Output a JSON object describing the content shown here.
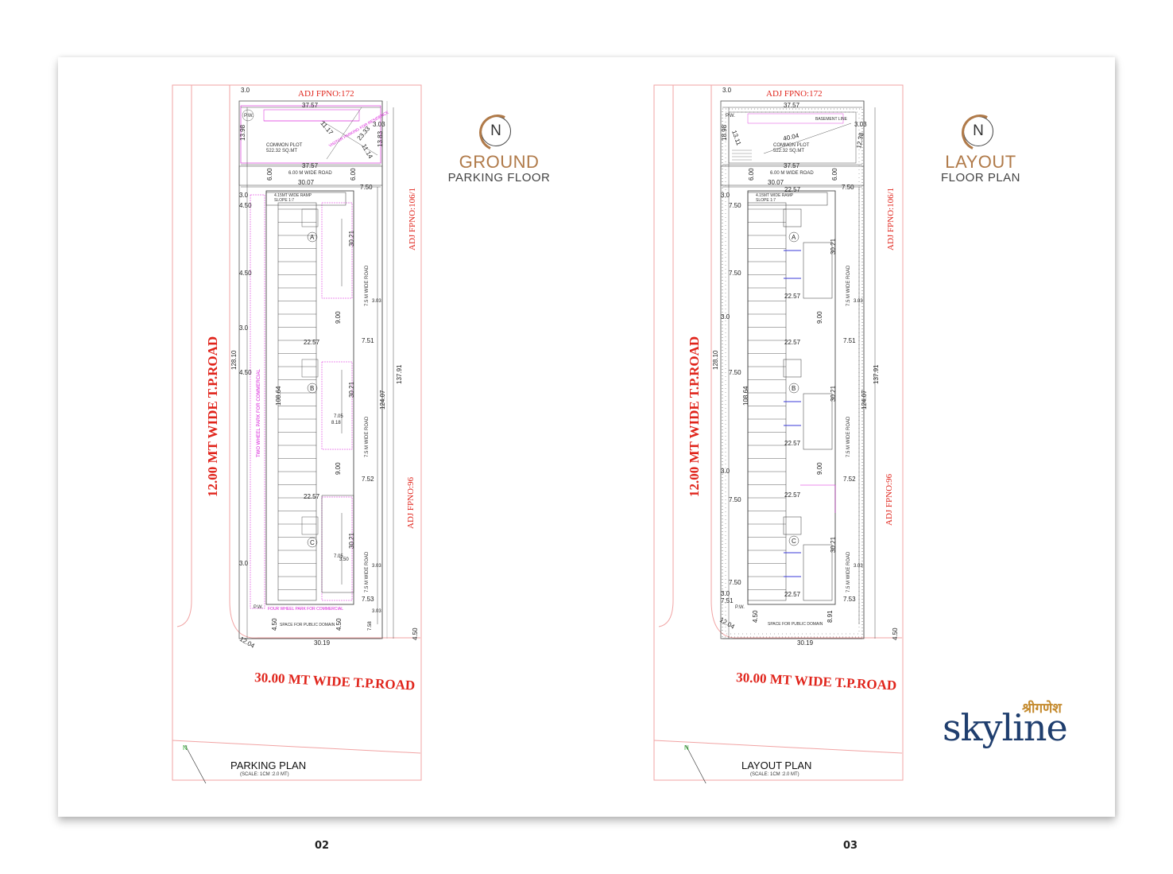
{
  "pages": [
    {
      "number": "02",
      "heading": {
        "line1": "GROUND",
        "line2": "PARKING FLOOR"
      },
      "compass_letter": "N",
      "plan": {
        "adj_top": "ADJ FPNO:172",
        "adj_right_top": "ADJ FPNO:106/1",
        "adj_right_bottom": "ADJ FPNO:96",
        "road_left": "12.00 MT WIDE T.P.ROAD",
        "road_bottom": "30.00 MT WIDE T.P.ROAD",
        "inner_road": "6.00 M WIDE ROAD",
        "side_road": "7.5 M WIDE ROAD",
        "common_plot": "COMMON PLOT",
        "common_plot_area": "522.32 SQ.MT",
        "visitor_parking": "VISITOR PARKING FOR RESIDENCE",
        "two_wheel": "TWO WHEEL PARK FOR COMMERCIAL",
        "four_wheel": "FOUR WHEEL PARK FOR COMMERCIAL",
        "ramp": "4.15MT WIDE RAMP",
        "ramp_slope": "SLOPE 1:7",
        "public_domain": "SPACE FOR PUBLIC DOMAIN",
        "pw": "P.W.",
        "blocks": [
          "A",
          "B",
          "C"
        ],
        "dims": {
          "d1": "3.0",
          "d2": "37.57",
          "d3": "13.98",
          "d4": "23.33",
          "d5": "11.17",
          "d6": "11.14",
          "d7": "3.03",
          "d8": "13.83",
          "d9": "6.00",
          "d10": "30.07",
          "d11": "7.50",
          "d12": "4.50",
          "d13": "30.21",
          "d14": "9.00",
          "d15": "22.57",
          "d16": "7.51",
          "d17": "128.10",
          "d18": "108.64",
          "d19": "124.07",
          "d20": "137.91",
          "d21": "7.52",
          "d22": "7.53",
          "d23": "7.05",
          "d24": "8.18",
          "d25": "12.04",
          "d26": "30.19",
          "d27": "7.58",
          "d28": "3.50"
        },
        "title": "PARKING  PLAN",
        "scale": "(SCALE: 1CM :2.0 MT)"
      }
    },
    {
      "number": "03",
      "heading": {
        "line1": "LAYOUT",
        "line2": "FLOOR PLAN"
      },
      "compass_letter": "N",
      "plan": {
        "adj_top": "ADJ FPNO:172",
        "adj_right_top": "ADJ FPNO:106/1",
        "adj_right_bottom": "ADJ FPNO:96",
        "road_left": "12.00 MT WIDE T.P.ROAD",
        "road_bottom": "30.00 MT WIDE T.P.ROAD",
        "inner_road": "6.00 M WIDE ROAD",
        "side_road": "7.5 M WIDE ROAD",
        "common_plot": "COMMON PLOT",
        "common_plot_area": "522.32 SQ.MT",
        "basement": "BASEMENT LINE",
        "ramp": "4.15MT WIDE RAMP",
        "ramp_slope": "SLOPE 1:7",
        "public_domain": "SPACE FOR PUBLIC DOMAIN",
        "pw": "P.W.",
        "blocks": [
          "A",
          "B",
          "C"
        ],
        "dims": {
          "d1": "3.0",
          "d2": "37.57",
          "d3": "18.98",
          "d4": "40.04",
          "d5": "13.11",
          "d6": "12.38",
          "d7": "3.03",
          "d9": "6.00",
          "d10": "30.07",
          "d11": "7.50",
          "d12": "4.50",
          "d13": "30.21",
          "d14": "9.00",
          "d15": "22.57",
          "d16": "7.51",
          "d17": "128.10",
          "d18": "108.64",
          "d19": "124.07",
          "d20": "137.91",
          "d21": "7.52",
          "d22": "7.53",
          "d25": "12.04",
          "d26": "30.19",
          "d29": "8.91"
        },
        "title": "LAYOUT PLAN",
        "scale": "(SCALE: 1CM :2.0 MT)"
      }
    }
  ],
  "logo": {
    "hindi": "श्रीगणेश",
    "word": "skyline"
  },
  "colors": {
    "accent": "#b07a49",
    "road": "#e0241b",
    "magenta": "#d81bd8",
    "logo": "#1f3e6e"
  }
}
